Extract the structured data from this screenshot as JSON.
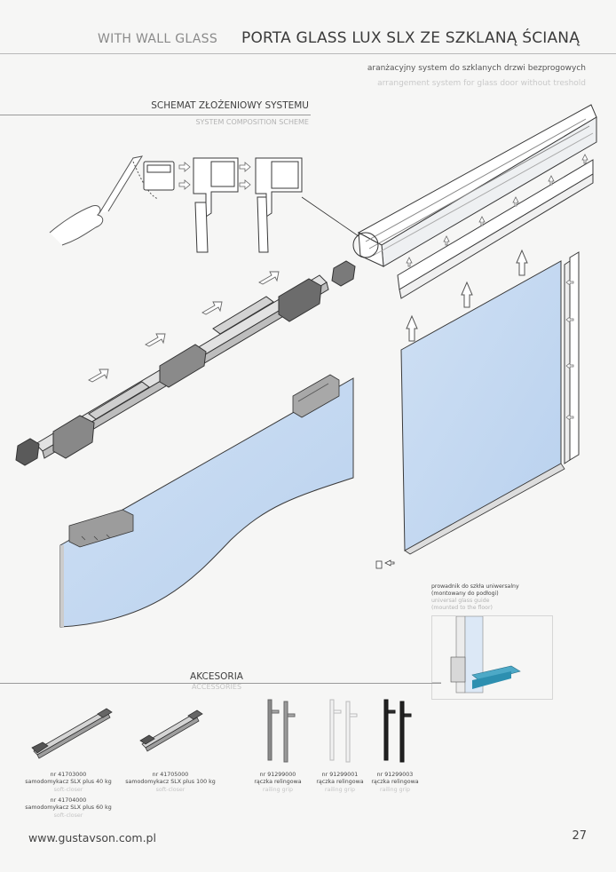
{
  "header": {
    "left_title": "WITH WALL GLASS",
    "right_title": "PORTA GLASS LUX SLX ZE SZKLANĄ ŚCIANĄ",
    "subtitle_pl": "aranżacyjny system do szklanych drzwi bezprogowych",
    "subtitle_en": "arrangement system for glass door without treshold"
  },
  "scheme": {
    "title_pl": "SCHEMAT ZŁOŻENIOWY SYSTEMU",
    "title_en": "SYSTEM COMPOSITION SCHEME"
  },
  "guide": {
    "line1": "prowadnik do szkła uniwersalny",
    "line2": "(montowany do podłogi)",
    "line3": "universal glass guide",
    "line4": "(mounted to the floor)"
  },
  "accessories": {
    "title_pl": "AKCESORIA",
    "title_en": "ACCESSORIES",
    "items": [
      {
        "nr": "nr 41703000",
        "name": "samodomykacz SLX plus 40 kg",
        "en": "soft-closer"
      },
      {
        "nr": "nr 41704000",
        "name": "samodomykacz SLX plus 60 kg",
        "en": "soft-closer"
      },
      {
        "nr": "nr 41705000",
        "name": "samodomykacz SLX plus 100 kg",
        "en": "soft-closer"
      },
      {
        "nr": "nr 91299000",
        "name": "rączka relingowa",
        "en": "railing grip"
      },
      {
        "nr": "nr 91299001",
        "name": "rączka relingowa",
        "en": "railing grip"
      },
      {
        "nr": "nr 91299003",
        "name": "rączka relingowa",
        "en": "railing grip"
      }
    ]
  },
  "footer": {
    "url": "www.gustavson.com.pl",
    "page": "27"
  },
  "colors": {
    "glass": "#c6daf1",
    "line": "#3a3a3a",
    "grey_text": "#bcbcbc"
  }
}
